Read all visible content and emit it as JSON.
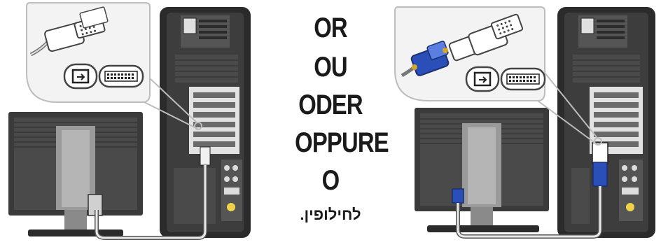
{
  "options": {
    "words": [
      "OR",
      "OU",
      "ODER",
      "OPPURE",
      "O",
      "לחילופין."
    ]
  },
  "left_panel": {
    "connection": "DVI",
    "callout_icons": [
      "dvi-connector-icon",
      "monitor-input-icon",
      "dvi-port-label-icon"
    ]
  },
  "right_panel": {
    "connection": "VGA-to-DVI adapter",
    "callout_icons": [
      "vga-connector-icon",
      "dvi-adapter-icon",
      "monitor-input-icon",
      "vga-port-label-icon"
    ]
  },
  "colors": {
    "tower": "#2b2b2b",
    "monitor": "#3a3a3a",
    "callout_border": "#bdbdbd",
    "vga_blue": "#2a4fb8",
    "text": "#1a1a1a"
  }
}
